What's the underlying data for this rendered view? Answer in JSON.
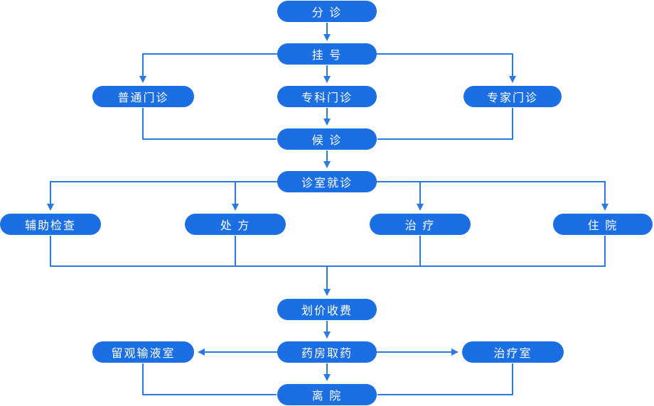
{
  "colors": {
    "node_fill": "#1c6fe2",
    "line": "#2a7ae2",
    "text": "#ffffff",
    "background": "#ffffff"
  },
  "nodes": {
    "triage": {
      "label": "分 诊"
    },
    "registration": {
      "label": "挂 号"
    },
    "general": {
      "label": "普通门诊"
    },
    "specialist": {
      "label": "专科门诊"
    },
    "expert": {
      "label": "专家门诊"
    },
    "waiting": {
      "label": "候 诊"
    },
    "consult": {
      "label": "诊室就诊"
    },
    "aux": {
      "label": "辅助检查"
    },
    "prescription": {
      "label": "处 方"
    },
    "treatment": {
      "label": "治 疗"
    },
    "hospital": {
      "label": "住 院"
    },
    "pricing": {
      "label": "划价收费"
    },
    "pharmacy": {
      "label": "药房取药"
    },
    "observation": {
      "label": "留观输液室"
    },
    "treatroom": {
      "label": "治疗室"
    },
    "discharge": {
      "label": "离 院"
    }
  },
  "edges": [
    {
      "from": "triage",
      "to": "registration",
      "arrow": true
    },
    {
      "from": "registration",
      "to": "general",
      "arrow": true
    },
    {
      "from": "registration",
      "to": "specialist",
      "arrow": true
    },
    {
      "from": "registration",
      "to": "expert",
      "arrow": true
    },
    {
      "from": "general",
      "to": "waiting",
      "arrow": false
    },
    {
      "from": "specialist",
      "to": "waiting",
      "arrow": true
    },
    {
      "from": "expert",
      "to": "waiting",
      "arrow": false
    },
    {
      "from": "waiting",
      "to": "consult",
      "arrow": true
    },
    {
      "from": "consult",
      "to": "aux",
      "arrow": true
    },
    {
      "from": "consult",
      "to": "prescription",
      "arrow": true
    },
    {
      "from": "consult",
      "to": "treatment",
      "arrow": true
    },
    {
      "from": "consult",
      "to": "hospital",
      "arrow": true
    },
    {
      "from": "aux",
      "to": "pricing",
      "arrow": true
    },
    {
      "from": "prescription",
      "to": "pricing",
      "arrow": true
    },
    {
      "from": "treatment",
      "to": "pricing",
      "arrow": true
    },
    {
      "from": "hospital",
      "to": "pricing",
      "arrow": true
    },
    {
      "from": "pricing",
      "to": "pharmacy",
      "arrow": true
    },
    {
      "from": "pharmacy",
      "to": "observation",
      "arrow": true
    },
    {
      "from": "pharmacy",
      "to": "treatroom",
      "arrow": true
    },
    {
      "from": "pharmacy",
      "to": "discharge",
      "arrow": true
    },
    {
      "from": "observation",
      "to": "discharge",
      "arrow": false
    },
    {
      "from": "treatroom",
      "to": "discharge",
      "arrow": false
    }
  ]
}
